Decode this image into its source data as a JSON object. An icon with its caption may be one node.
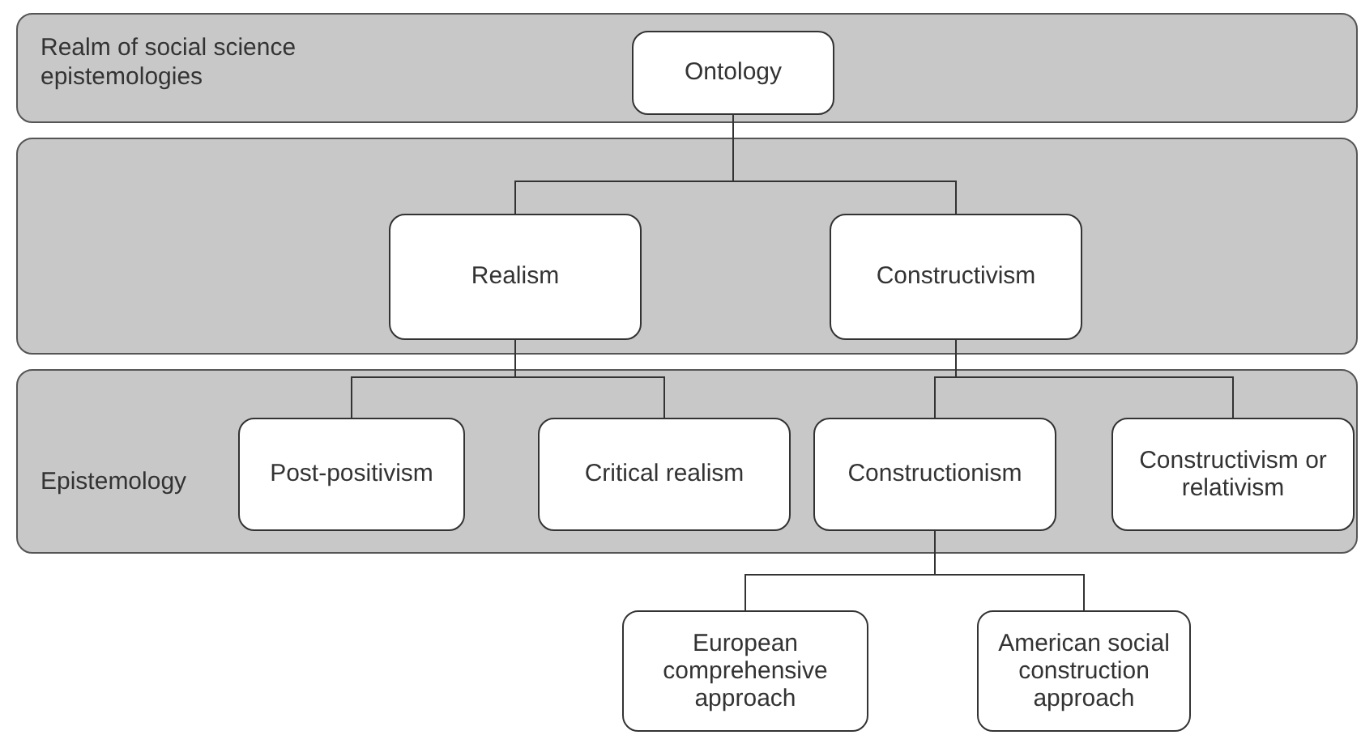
{
  "diagram": {
    "nodes": [
      {
        "text": [
          "Realm of social science epistemologies"
        ]
      },
      {
        "text": [
          "Ontology"
        ],
        "in": 0
      },
      {
        "text": [],
        "shape": "box"
      },
      {
        "text": [
          "Realism"
        ],
        "in": 2
      },
      {
        "text": [
          "Constructivism"
        ],
        "in": 2
      },
      {
        "text": [
          "Epistemology"
        ]
      },
      {
        "text": [
          "Post-positivism"
        ],
        "in": 5
      },
      {
        "text": [
          "Critical realism"
        ],
        "in": 5
      },
      {
        "text": [
          "Constructionism"
        ],
        "in": 5
      },
      {
        "text": [
          "Constructivism or relativism"
        ],
        "in": 5
      },
      {
        "text": [
          "European comprehensive approach"
        ]
      },
      {
        "text": [
          "American social construction approach"
        ]
      }
    ],
    "edges": [
      {
        "from": 1,
        "to": 3,
        "arrow": "none"
      },
      {
        "from": 1,
        "to": 4,
        "arrow": "none"
      },
      {
        "from": 3,
        "to": 6,
        "arrow": "none"
      },
      {
        "from": 3,
        "to": 7,
        "arrow": "none"
      },
      {
        "from": 4,
        "to": 8,
        "arrow": "none"
      },
      {
        "from": 4,
        "to": 9,
        "arrow": "none"
      },
      {
        "from": 8,
        "to": 10,
        "arrow": "none"
      },
      {
        "from": 8,
        "to": 11,
        "arrow": "none"
      }
    ]
  }
}
